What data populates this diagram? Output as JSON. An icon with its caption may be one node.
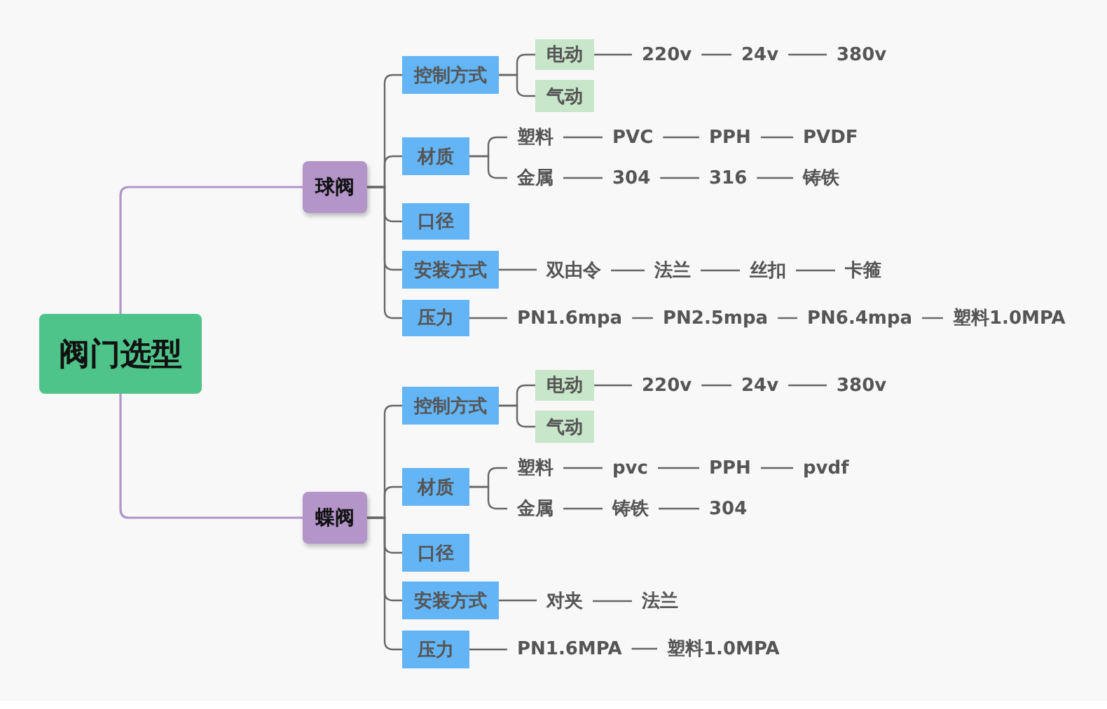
{
  "diagram": {
    "nodes": [
      {
        "text": [
          "阀门选型"
        ]
      },
      {
        "text": [
          "球阀"
        ]
      },
      {
        "text": [
          "控制方式"
        ]
      },
      {
        "text": [
          "电动"
        ]
      },
      {
        "text": [
          "220v"
        ]
      },
      {
        "text": [
          "24v"
        ]
      },
      {
        "text": [
          "380v"
        ]
      },
      {
        "text": [
          "气动"
        ]
      },
      {
        "text": [
          "材质"
        ]
      },
      {
        "text": [
          "塑料"
        ]
      },
      {
        "text": [
          "PVC"
        ]
      },
      {
        "text": [
          "PPH"
        ]
      },
      {
        "text": [
          "PVDF"
        ]
      },
      {
        "text": [
          "金属"
        ]
      },
      {
        "text": [
          "304"
        ]
      },
      {
        "text": [
          "316"
        ]
      },
      {
        "text": [
          "铸铁"
        ]
      },
      {
        "text": [
          "口径"
        ]
      },
      {
        "text": [
          "安装方式"
        ]
      },
      {
        "text": [
          "双由令"
        ]
      },
      {
        "text": [
          "法兰"
        ]
      },
      {
        "text": [
          "丝扣"
        ]
      },
      {
        "text": [
          "卡箍"
        ]
      },
      {
        "text": [
          "压力"
        ]
      },
      {
        "text": [
          "PN1.6mpa"
        ]
      },
      {
        "text": [
          "PN2.5mpa"
        ]
      },
      {
        "text": [
          "PN6.4mpa"
        ]
      },
      {
        "text": [
          "塑料1.0MPA"
        ]
      },
      {
        "text": [
          "蝶阀"
        ]
      },
      {
        "text": [
          "控制方式"
        ]
      },
      {
        "text": [
          "电动"
        ]
      },
      {
        "text": [
          "220v"
        ]
      },
      {
        "text": [
          "24v"
        ]
      },
      {
        "text": [
          "380v"
        ]
      },
      {
        "text": [
          "气动"
        ]
      },
      {
        "text": [
          "材质"
        ]
      },
      {
        "text": [
          "塑料"
        ]
      },
      {
        "text": [
          "pvc"
        ]
      },
      {
        "text": [
          "PPH"
        ]
      },
      {
        "text": [
          "pvdf"
        ]
      },
      {
        "text": [
          "金属"
        ]
      },
      {
        "text": [
          "铸铁"
        ]
      },
      {
        "text": [
          "304"
        ]
      },
      {
        "text": [
          "口径"
        ]
      },
      {
        "text": [
          "安装方式"
        ]
      },
      {
        "text": [
          "对夹"
        ]
      },
      {
        "text": [
          "法兰"
        ]
      },
      {
        "text": [
          "压力"
        ]
      },
      {
        "text": [
          "PN1.6MPA"
        ]
      },
      {
        "text": [
          "塑料1.0MPA"
        ]
      }
    ],
    "edges": [
      {
        "from": 0,
        "to": 1,
        "arrow": "none",
        "color": "#b395c9"
      },
      {
        "from": 0,
        "to": 28,
        "arrow": "none",
        "color": "#b395c9"
      },
      {
        "from": 1,
        "to": 2,
        "arrow": "none"
      },
      {
        "from": 2,
        "to": 3,
        "arrow": "none"
      },
      {
        "from": 3,
        "to": 4,
        "arrow": "none"
      },
      {
        "from": 4,
        "to": 5,
        "arrow": "none"
      },
      {
        "from": 5,
        "to": 6,
        "arrow": "none"
      },
      {
        "from": 2,
        "to": 7,
        "arrow": "none"
      },
      {
        "from": 1,
        "to": 8,
        "arrow": "none"
      },
      {
        "from": 8,
        "to": 9,
        "arrow": "none"
      },
      {
        "from": 9,
        "to": 10,
        "arrow": "none"
      },
      {
        "from": 10,
        "to": 11,
        "arrow": "none"
      },
      {
        "from": 11,
        "to": 12,
        "arrow": "none"
      },
      {
        "from": 8,
        "to": 13,
        "arrow": "none"
      },
      {
        "from": 13,
        "to": 14,
        "arrow": "none"
      },
      {
        "from": 14,
        "to": 15,
        "arrow": "none"
      },
      {
        "from": 15,
        "to": 16,
        "arrow": "none"
      },
      {
        "from": 1,
        "to": 17,
        "arrow": "none"
      },
      {
        "from": 1,
        "to": 18,
        "arrow": "none"
      },
      {
        "from": 18,
        "to": 19,
        "arrow": "none"
      },
      {
        "from": 19,
        "to": 20,
        "arrow": "none"
      },
      {
        "from": 20,
        "to": 21,
        "arrow": "none"
      },
      {
        "from": 21,
        "to": 22,
        "arrow": "none"
      },
      {
        "from": 1,
        "to": 23,
        "arrow": "none"
      },
      {
        "from": 23,
        "to": 24,
        "arrow": "none"
      },
      {
        "from": 24,
        "to": 25,
        "arrow": "none"
      },
      {
        "from": 25,
        "to": 26,
        "arrow": "none"
      },
      {
        "from": 26,
        "to": 27,
        "arrow": "none"
      },
      {
        "from": 28,
        "to": 29,
        "arrow": "none"
      },
      {
        "from": 29,
        "to": 30,
        "arrow": "none"
      },
      {
        "from": 30,
        "to": 31,
        "arrow": "none"
      },
      {
        "from": 31,
        "to": 32,
        "arrow": "none"
      },
      {
        "from": 32,
        "to": 33,
        "arrow": "none"
      },
      {
        "from": 29,
        "to": 34,
        "arrow": "none"
      },
      {
        "from": 28,
        "to": 35,
        "arrow": "none"
      },
      {
        "from": 35,
        "to": 36,
        "arrow": "none"
      },
      {
        "from": 36,
        "to": 37,
        "arrow": "none"
      },
      {
        "from": 37,
        "to": 38,
        "arrow": "none"
      },
      {
        "from": 38,
        "to": 39,
        "arrow": "none"
      },
      {
        "from": 35,
        "to": 40,
        "arrow": "none"
      },
      {
        "from": 40,
        "to": 41,
        "arrow": "none"
      },
      {
        "from": 41,
        "to": 42,
        "arrow": "none"
      },
      {
        "from": 28,
        "to": 43,
        "arrow": "none"
      },
      {
        "from": 28,
        "to": 44,
        "arrow": "none"
      },
      {
        "from": 44,
        "to": 45,
        "arrow": "none"
      },
      {
        "from": 45,
        "to": 46,
        "arrow": "none"
      },
      {
        "from": 28,
        "to": 47,
        "arrow": "none"
      },
      {
        "from": 47,
        "to": 48,
        "arrow": "none"
      },
      {
        "from": 48,
        "to": 49,
        "arrow": "none"
      }
    ]
  }
}
